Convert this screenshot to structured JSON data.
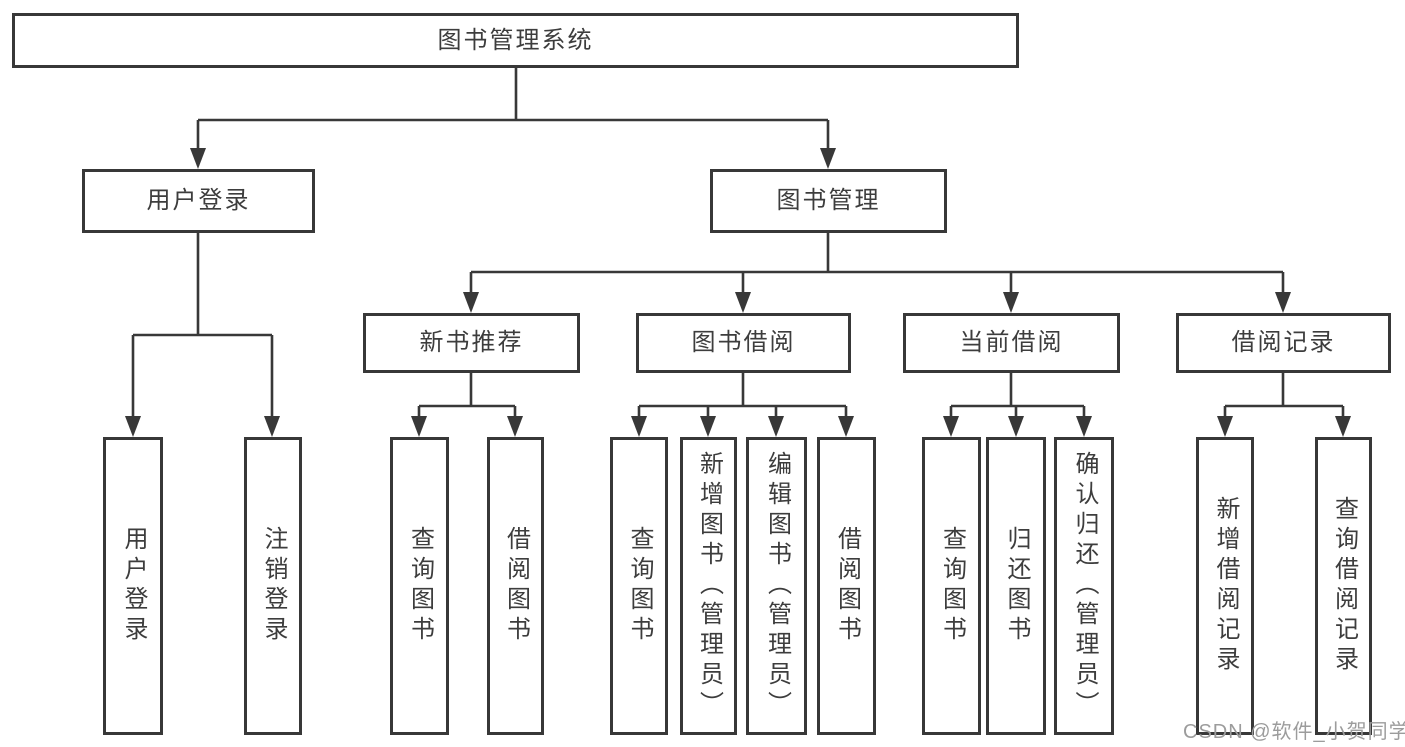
{
  "nodes": {
    "root": {
      "label": "图书管理系统"
    },
    "user_login": {
      "label": "用户登录",
      "children": {
        "login": {
          "label": "用户登录"
        },
        "logout": {
          "label": "注销登录"
        }
      }
    },
    "book_mgmt": {
      "label": "图书管理",
      "children": {
        "new_book": {
          "label": "新书推荐",
          "children": {
            "query": {
              "label": "查询图书"
            },
            "borrow": {
              "label": "借阅图书"
            }
          }
        },
        "book_borrow": {
          "label": "图书借阅",
          "children": {
            "query": {
              "label": "查询图书"
            },
            "add": {
              "label": "新增图书（管理员）"
            },
            "edit": {
              "label": "编辑图书（管理员）"
            },
            "borrow": {
              "label": "借阅图书"
            }
          }
        },
        "current_borrow": {
          "label": "当前借阅",
          "children": {
            "query": {
              "label": "查询图书"
            },
            "return": {
              "label": "归还图书"
            },
            "confirm": {
              "label": "确认归还（管理员）"
            }
          }
        },
        "borrow_record": {
          "label": "借阅记录",
          "children": {
            "add": {
              "label": "新增借阅记录"
            },
            "query": {
              "label": "查询借阅记录"
            }
          }
        }
      }
    }
  },
  "watermark": {
    "text": "CSDN @软件_小贺同学"
  },
  "colors": {
    "line": "#383838",
    "text": "#3d3d3d",
    "watermark_color": "#9c9c9c",
    "background": "#ffffff"
  }
}
